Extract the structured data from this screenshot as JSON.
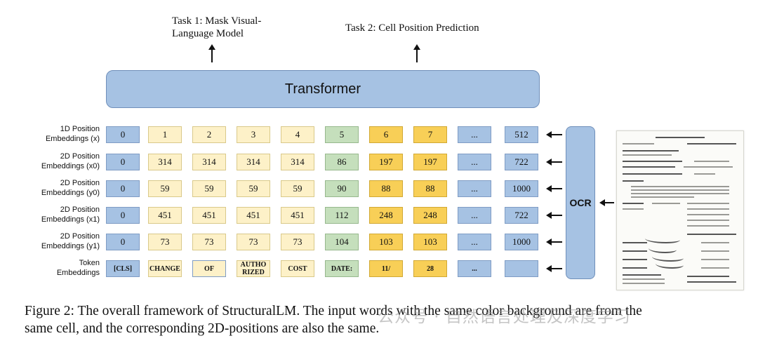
{
  "tasks": [
    {
      "label_line1": "Task 1: Mask Visual-",
      "label_line2": "Language Model"
    },
    {
      "label_line1": "Task 2: Cell Position Prediction",
      "label_line2": ""
    }
  ],
  "transformer_label": "Transformer",
  "ocr_label": "OCR",
  "rows": [
    {
      "label_line1": "1D Position",
      "label_line2": "Embeddings (x)",
      "cells": [
        "0",
        "1",
        "2",
        "3",
        "4",
        "5",
        "6",
        "7",
        "...",
        "512"
      ]
    },
    {
      "label_line1": "2D Position",
      "label_line2": "Embeddings (x0)",
      "cells": [
        "0",
        "314",
        "314",
        "314",
        "314",
        "86",
        "197",
        "197",
        "...",
        "722"
      ]
    },
    {
      "label_line1": "2D Position",
      "label_line2": "Embeddings (y0)",
      "cells": [
        "0",
        "59",
        "59",
        "59",
        "59",
        "90",
        "88",
        "88",
        "...",
        "1000"
      ]
    },
    {
      "label_line1": "2D Position",
      "label_line2": "Embeddings (x1)",
      "cells": [
        "0",
        "451",
        "451",
        "451",
        "451",
        "112",
        "248",
        "248",
        "...",
        "722"
      ]
    },
    {
      "label_line1": "2D Position",
      "label_line2": "Embeddings (y1)",
      "cells": [
        "0",
        "73",
        "73",
        "73",
        "73",
        "104",
        "103",
        "103",
        "...",
        "1000"
      ]
    },
    {
      "label_line1": "Token",
      "label_line2": "Embeddings",
      "cells": [
        "[CLS]",
        "CHANGE",
        "OF",
        "AUTHO\nRIZED",
        "COST",
        "DATE:",
        "11/",
        "28",
        "...",
        ""
      ]
    }
  ],
  "column_colors": [
    "blue",
    "cream",
    "cream",
    "cream",
    "cream",
    "green",
    "yellow",
    "yellow",
    "blue",
    "blue"
  ],
  "document_image": {
    "description_icon": "scanned-form-icon"
  },
  "caption_line1": "Figure 2: The overall framework of StructuralLM. The input words with the same color background are from the",
  "caption_line2": "same cell, and the corresponding 2D-positions are also the same.",
  "watermark": "公众号 · 自然语言处理及深度学习"
}
